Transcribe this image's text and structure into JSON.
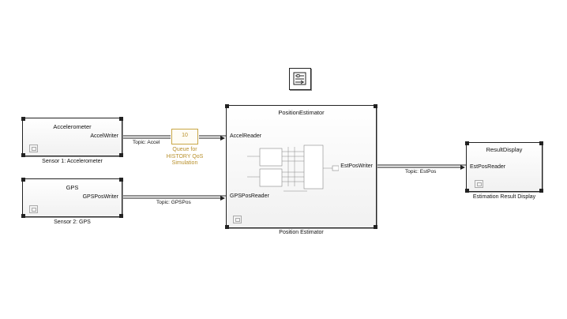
{
  "sensor1": {
    "title": "Accelerometer",
    "out_port": "AccelWriter",
    "caption": "Sensor 1: Accelerometer"
  },
  "sensor2": {
    "title": "GPS",
    "out_port": "GPSPosWriter",
    "caption": "Sensor 2: GPS"
  },
  "queue": {
    "value": "10",
    "label_lines": [
      "Queue for",
      "HISTORY QoS",
      "Simulation"
    ]
  },
  "estimator": {
    "title": "PositionEstimator",
    "in_port_1": "AccelReader",
    "in_port_2": "GPSPosReader",
    "out_port": "EstPosWriter",
    "caption": "Position Estimator"
  },
  "result": {
    "title": "ResultDisplay",
    "in_port": "EstPosReader",
    "caption": "Estimation Result Display"
  },
  "signals": {
    "accel": "Topic: Accel",
    "gps": "Topic: GPSPos",
    "estpos": "Topic: EstPos"
  },
  "colors": {
    "line": "#222222",
    "queue": "#b8902c",
    "queue_border": "#c8a645",
    "inner": "#888888"
  },
  "icons": {
    "toolbox": "signal-routing-toolbox-icon",
    "model_ref": "model-reference-icon"
  }
}
